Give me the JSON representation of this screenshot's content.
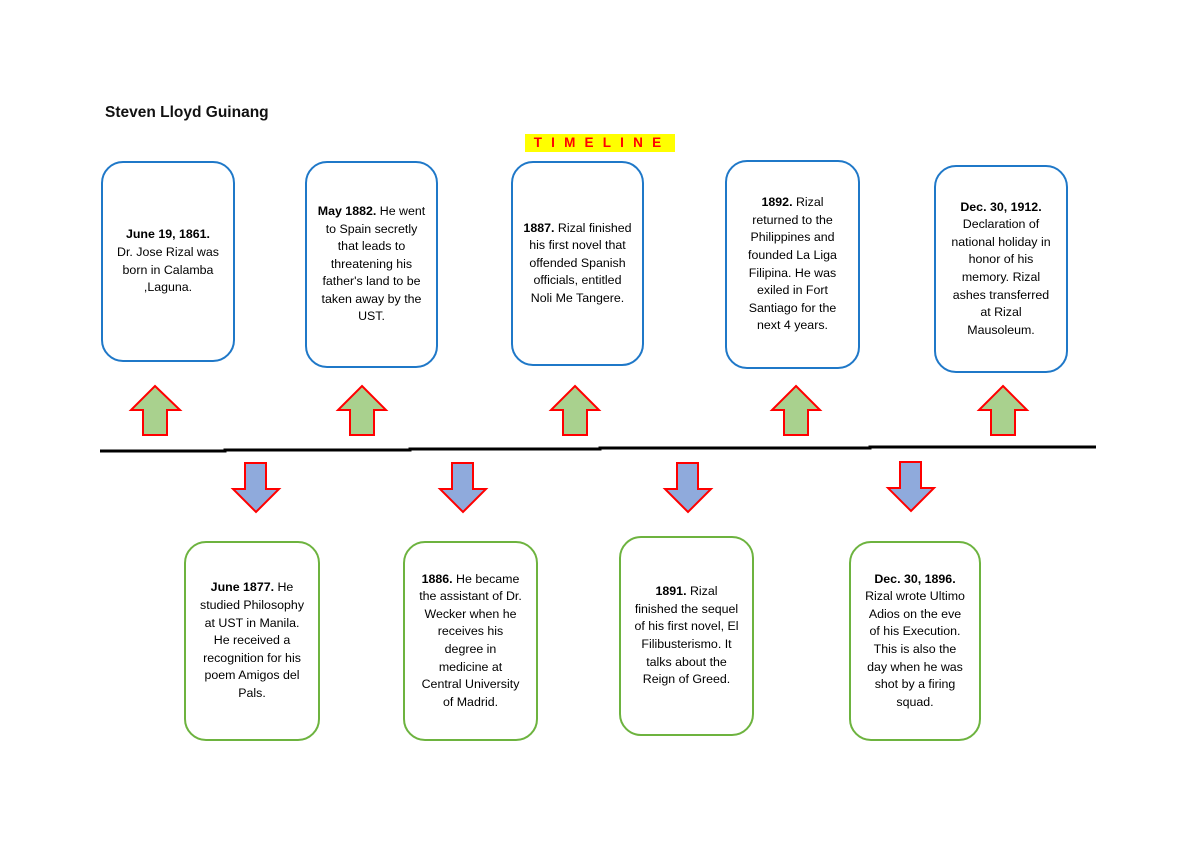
{
  "author": "Steven Lloyd Guinang",
  "title": "TIMELINE",
  "colors": {
    "title_text": "#ff0000",
    "title_bg": "#ffff00",
    "top_box_border": "#1f78c8",
    "bottom_box_border": "#6db33f",
    "up_arrow_fill": "#a9d18e",
    "down_arrow_fill": "#8faadc",
    "arrow_stroke": "#ff0000",
    "timeline_line": "#000000"
  },
  "top_events": [
    {
      "date": "June 19, 1861.",
      "text": "Dr. Jose Rizal was born in Calamba ,Laguna.",
      "date_inline": false
    },
    {
      "date": "May 1882.",
      "text": "He went to Spain secretly that leads to threatening his father's land to be taken away by the UST.",
      "date_inline": true
    },
    {
      "date": "1887.",
      "text": "Rizal finished his first novel that offended Spanish officials, entitled Noli Me Tangere.",
      "date_inline": true
    },
    {
      "date": "1892.",
      "text": "Rizal returned to the Philippines and founded La Liga Filipina. He was exiled in Fort Santiago for the next 4 years.",
      "date_inline": true
    },
    {
      "date": "Dec. 30, 1912.",
      "text": "Declaration of national holiday in honor of his memory. Rizal ashes transferred at Rizal Mausoleum.",
      "date_inline": false
    }
  ],
  "bottom_events": [
    {
      "date": "June 1877.",
      "text": "He studied Philosophy at UST in Manila. He received a recognition for his poem Amigos del Pals.",
      "date_inline": true
    },
    {
      "date": "1886.",
      "text": "He became the assistant of Dr. Wecker when he receives his degree in medicine at Central University of Madrid.",
      "date_inline": true
    },
    {
      "date": "1891.",
      "text": "Rizal finished the sequel of his first novel, El Filibusterismo. It talks about the Reign of Greed.",
      "date_inline": true
    },
    {
      "date": "Dec. 30, 1896.",
      "text": "Rizal wrote Ultimo Adios on the eve of his Execution. This is also the day when he was shot by a firing squad.",
      "date_inline": false
    }
  ]
}
